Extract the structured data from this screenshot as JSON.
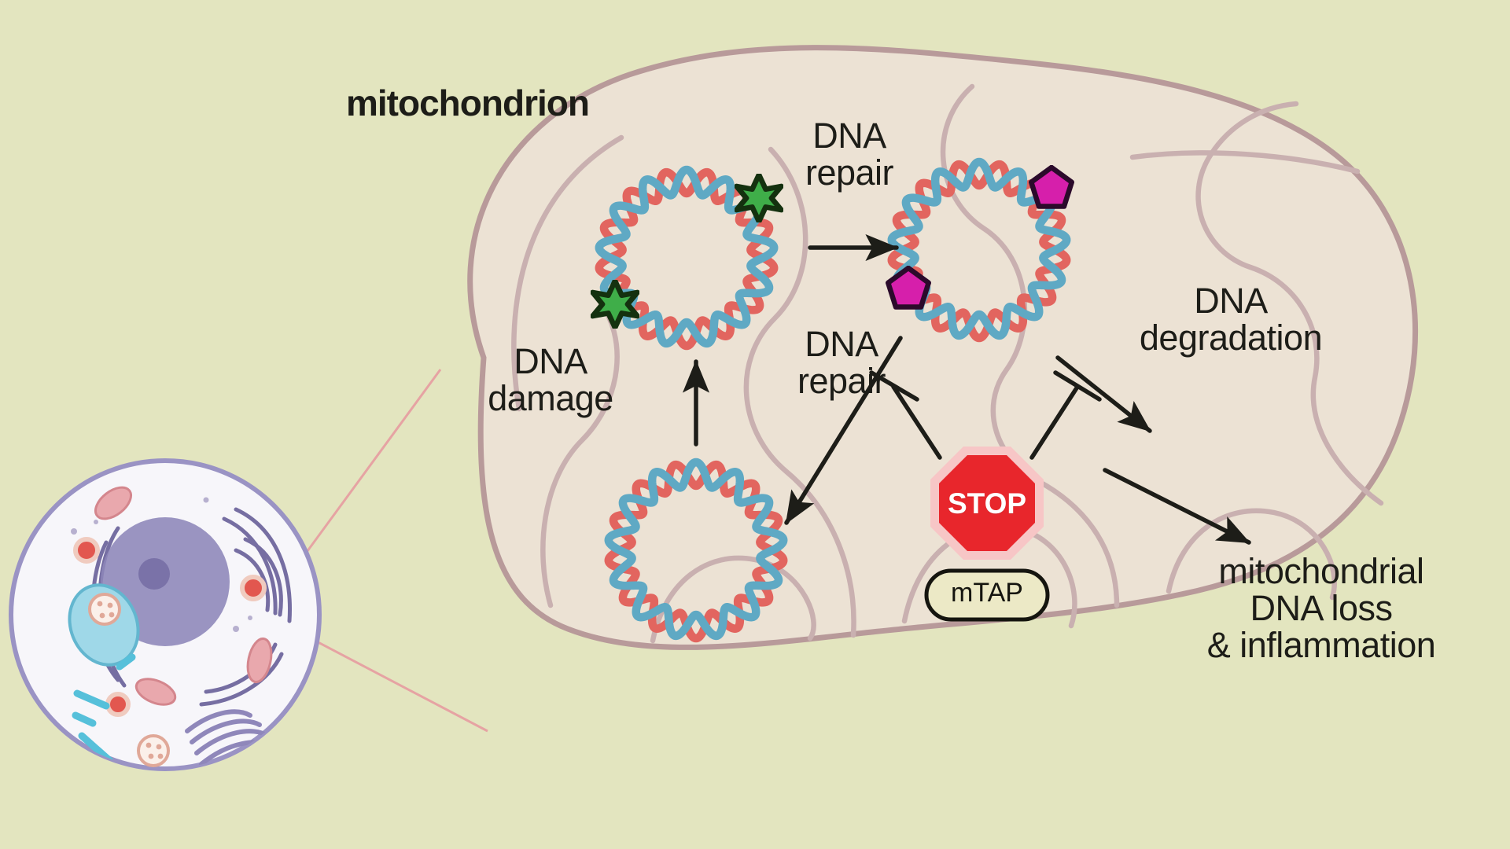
{
  "figure": {
    "title_label": "mitochondrion",
    "background_color": "#e3e5bf",
    "mitochondrion_fill": "#ece2d4",
    "mitochondrion_stroke": "#b89a9a",
    "cristae_stroke": "#c3a9a9"
  },
  "labels": {
    "mitochondrion": "mitochondrion",
    "dna_repair_top": "DNA\nrepair",
    "dna_repair_middle": "DNA\nrepair",
    "dna_damage": "DNA\ndamage",
    "dna_degradation": "DNA\ndegradation",
    "outcome": "mitochondrial\nDNA loss\n& inflammation"
  },
  "stop_sign": {
    "text": "STOP",
    "fill_color": "#e8262c",
    "border_color": "#f7c6c6",
    "text_color": "#ffffff"
  },
  "mtap_badge": {
    "text": "mTAP",
    "border_color": "#15150f",
    "fill_color": "#ede9c9"
  },
  "dna_molecules": [
    {
      "id": "damaged-dna",
      "state": "damaged",
      "marker_shape": "star",
      "marker_color": "#3fae49",
      "marker_outline": "#14310f",
      "marker_count": 2,
      "strand_colors": [
        "#e2655f",
        "#5fa9c4"
      ]
    },
    {
      "id": "repaired-dna",
      "state": "repaired",
      "marker_shape": "pentagon",
      "marker_color": "#d61fab",
      "marker_outline": "#2b0a2b",
      "marker_count": 2,
      "strand_colors": [
        "#e2655f",
        "#5fa9c4"
      ]
    },
    {
      "id": "intact-dna",
      "state": "intact",
      "marker_shape": "none",
      "marker_color": "",
      "marker_outline": "",
      "marker_count": 0,
      "strand_colors": [
        "#e2655f",
        "#5fa9c4"
      ]
    }
  ],
  "arrows": [
    {
      "id": "damage-arrow",
      "kind": "arrow",
      "label": "DNA damage",
      "from": "intact-dna",
      "to": "damaged-dna"
    },
    {
      "id": "repair-arrow-top",
      "kind": "arrow",
      "label": "DNA repair",
      "from": "damaged-dna",
      "to": "repaired-dna"
    },
    {
      "id": "repair-arrow-mid",
      "kind": "arrow",
      "label": "DNA repair",
      "from": "repaired-dna",
      "to": "intact-dna"
    },
    {
      "id": "degradation-arrow",
      "kind": "arrow",
      "label": "DNA degradation",
      "from": "repaired-dna",
      "to": "degradation"
    },
    {
      "id": "loss-arrow",
      "kind": "arrow",
      "label": "mitochondrial DNA loss & inflammation",
      "from": "repaired-dna",
      "to": "outcome"
    },
    {
      "id": "inhibit-repair",
      "kind": "inhibition",
      "label": "mTAP inhibits DNA repair",
      "from": "mTAP",
      "to": "repair-arrow-mid"
    },
    {
      "id": "inhibit-degradation",
      "kind": "inhibition",
      "label": "mTAP inhibits DNA degradation",
      "from": "mTAP",
      "to": "degradation-arrow"
    }
  ],
  "cell_inset": {
    "name": "eukaryotic cell",
    "membrane_color": "#9a93c4",
    "cytoplasm_color": "#f7f6fa",
    "organelles": [
      {
        "name": "nucleus",
        "color": "#8d86b8"
      },
      {
        "name": "nucleolus",
        "color": "#7a72a8"
      },
      {
        "name": "endoplasmic-reticulum",
        "color": "#6f679e"
      },
      {
        "name": "golgi-apparatus",
        "color": "#8f87ba"
      },
      {
        "name": "mitochondria",
        "color": "#e9a8ad"
      },
      {
        "name": "vesicles",
        "color": "#e2574f"
      },
      {
        "name": "lysosomes",
        "color": "#f0cbbf"
      },
      {
        "name": "vacuole",
        "color": "#9fd8e8"
      },
      {
        "name": "cytoskeleton",
        "color": "#56c0da"
      }
    ],
    "callout_color": "#e6a3a3"
  }
}
